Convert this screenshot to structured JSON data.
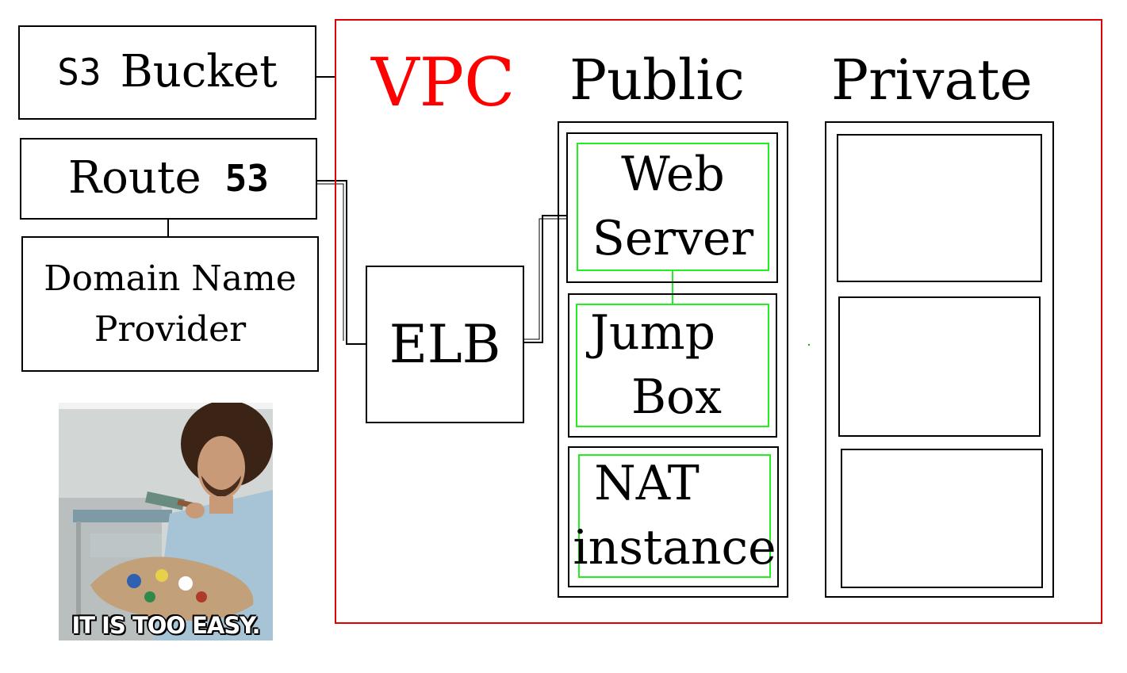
{
  "vpc": {
    "title": "VPC",
    "accent": "#ff0000"
  },
  "s3": {
    "prefix": "S3",
    "label": "Bucket"
  },
  "route53": {
    "label": "Route",
    "number": "53"
  },
  "domain_provider": {
    "line1": "Domain Name",
    "line2": "Provider"
  },
  "elb": {
    "label": "ELB"
  },
  "public": {
    "title": "Public",
    "instances": [
      {
        "line1": "Web",
        "line2": "Server"
      },
      {
        "line1": "Jump",
        "line2": "Box"
      },
      {
        "line1": "NAT",
        "line2": "instance"
      }
    ],
    "instance_border": "#22ee22"
  },
  "private": {
    "title": "Private",
    "slot_count": 3
  },
  "meme": {
    "caption": "IT IS TOO EASY."
  }
}
